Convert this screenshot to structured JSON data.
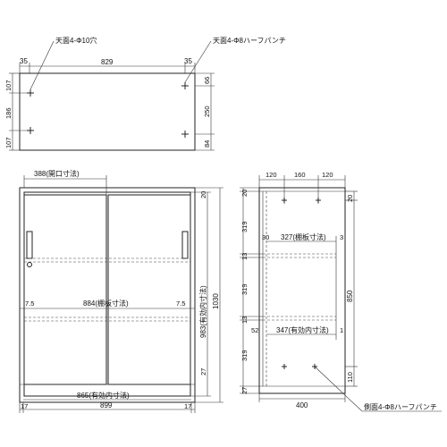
{
  "top_view": {
    "callout_left": "天面4-Φ10穴",
    "callout_right": "天面4-Φ8ハーフパンチ",
    "dim_left_35": "35",
    "dim_width": "829",
    "dim_right_35": "35",
    "dim_107_top": "107",
    "dim_186": "186",
    "dim_107_bottom": "107",
    "dim_66": "66",
    "dim_250": "250",
    "dim_84": "84"
  },
  "front_view": {
    "dim_opening": "388(開口寸法)",
    "dim_20": "20",
    "dim_height": "1030",
    "dim_inner_height": "983(有効内寸法)",
    "dim_7_5_left": "7.5",
    "dim_shelf": "884(棚板寸法)",
    "dim_7_5_right": "7.5",
    "dim_27": "27",
    "dim_inner_width": "865(有効内寸法)",
    "dim_17_left": "17",
    "dim_total_width": "899",
    "dim_17_right": "17"
  },
  "side_view": {
    "dim_120_left": "120",
    "dim_160": "160",
    "dim_120_right": "120",
    "dim_20_top": "20",
    "dim_20_right": "20",
    "dim_319_a": "319",
    "dim_30": "30",
    "dim_shelf_depth": "327(棚板寸法)",
    "dim_3": "3",
    "dim_13_a": "13",
    "dim_319_b": "319",
    "dim_850": "850",
    "dim_13_b": "13",
    "dim_52": "52",
    "dim_inner_depth": "347(有効内寸法)",
    "dim_1": "1",
    "dim_319_c": "319",
    "dim_110": "110",
    "dim_27": "27",
    "dim_depth": "400",
    "callout_bottom": "側面4-Φ8ハーフパンチ"
  }
}
